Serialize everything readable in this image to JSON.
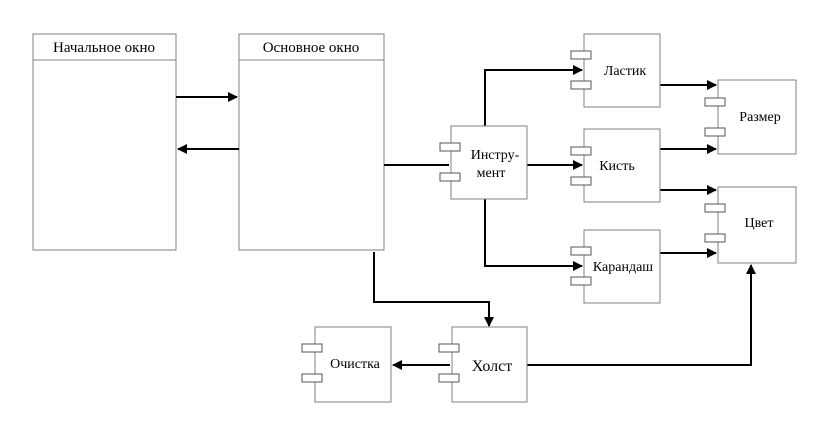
{
  "diagram": {
    "windows": [
      {
        "id": "start",
        "label": "Начальное окно"
      },
      {
        "id": "main",
        "label": "Основное окно"
      }
    ],
    "components": [
      {
        "id": "instrument",
        "label_lines": [
          "Инстру-",
          "мент"
        ]
      },
      {
        "id": "eraser",
        "label": "Ластик"
      },
      {
        "id": "brush",
        "label": "Кисть"
      },
      {
        "id": "pencil",
        "label": "Карандаш"
      },
      {
        "id": "size",
        "label": "Размер"
      },
      {
        "id": "color",
        "label": "Цвет"
      },
      {
        "id": "canvas",
        "label": "Холст"
      },
      {
        "id": "clear",
        "label": "Очистка"
      }
    ],
    "connections": [
      {
        "from": "start",
        "to": "main"
      },
      {
        "from": "main",
        "to": "start"
      },
      {
        "from": "main",
        "to": "instrument"
      },
      {
        "from": "main",
        "to": "canvas"
      },
      {
        "from": "instrument",
        "to": "eraser"
      },
      {
        "from": "instrument",
        "to": "brush"
      },
      {
        "from": "instrument",
        "to": "pencil"
      },
      {
        "from": "eraser",
        "to": "size"
      },
      {
        "from": "brush",
        "to": "size"
      },
      {
        "from": "brush",
        "to": "color"
      },
      {
        "from": "pencil",
        "to": "color"
      },
      {
        "from": "canvas",
        "to": "color"
      },
      {
        "from": "canvas",
        "to": "clear"
      }
    ]
  }
}
